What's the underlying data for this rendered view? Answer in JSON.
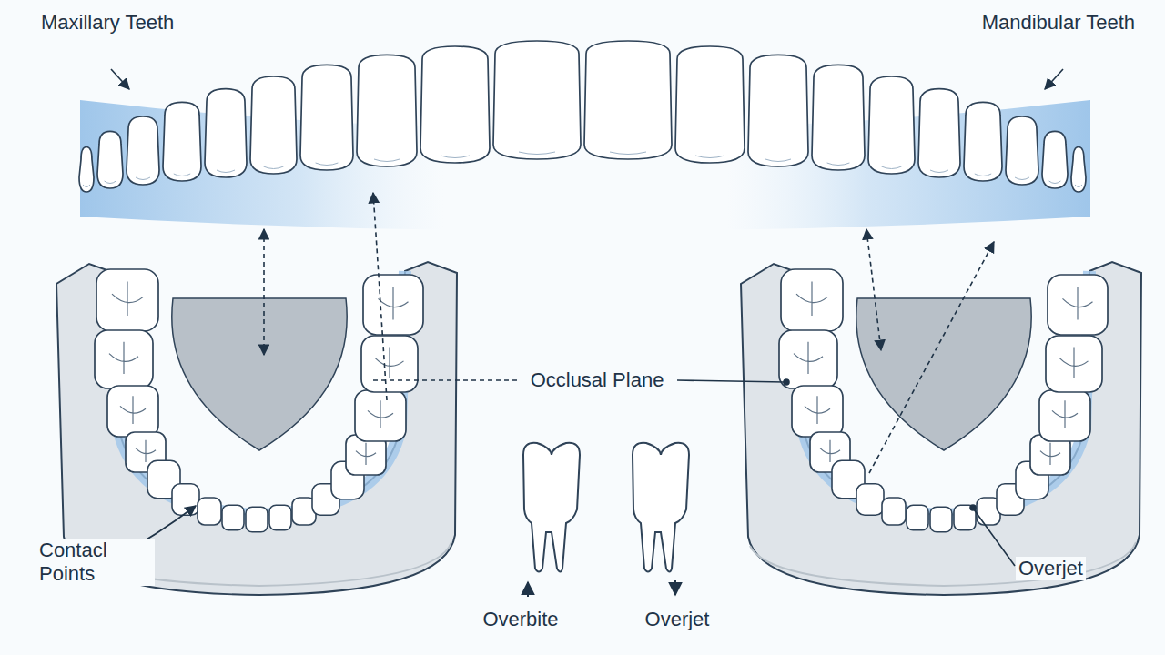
{
  "diagram": {
    "labels": [
      "Maxillary Teeth",
      "Mandibular Teeth",
      "Occlusal Plane",
      "Contacl Points",
      "Overjet",
      "Overbite",
      "Overjet"
    ]
  }
}
